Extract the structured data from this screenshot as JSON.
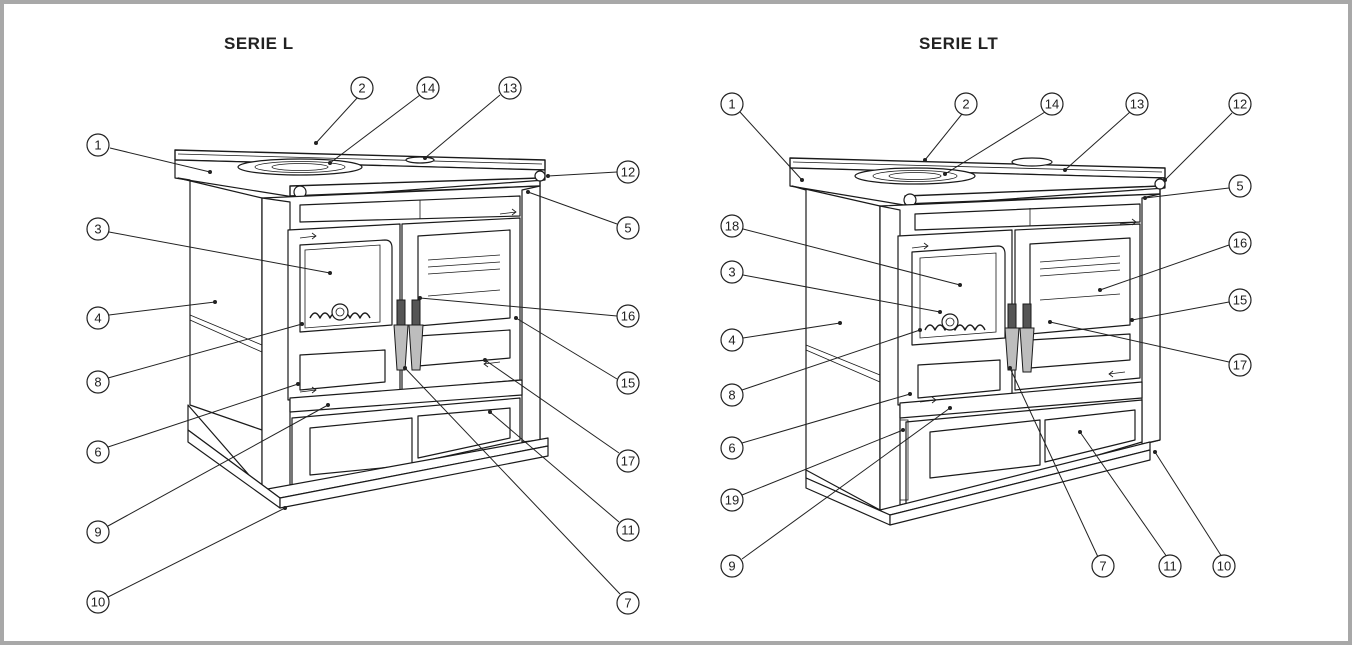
{
  "panels": [
    {
      "id": "serie-l",
      "title": "SERIE L",
      "callouts": [
        "1",
        "2",
        "14",
        "13",
        "12",
        "5",
        "3",
        "16",
        "4",
        "15",
        "8",
        "6",
        "17",
        "9",
        "11",
        "10",
        "7"
      ]
    },
    {
      "id": "serie-lt",
      "title": "SERIE LT",
      "callouts": [
        "1",
        "2",
        "14",
        "13",
        "12",
        "5",
        "18",
        "16",
        "3",
        "15",
        "4",
        "17",
        "8",
        "6",
        "19",
        "9",
        "7",
        "11",
        "10"
      ]
    }
  ]
}
